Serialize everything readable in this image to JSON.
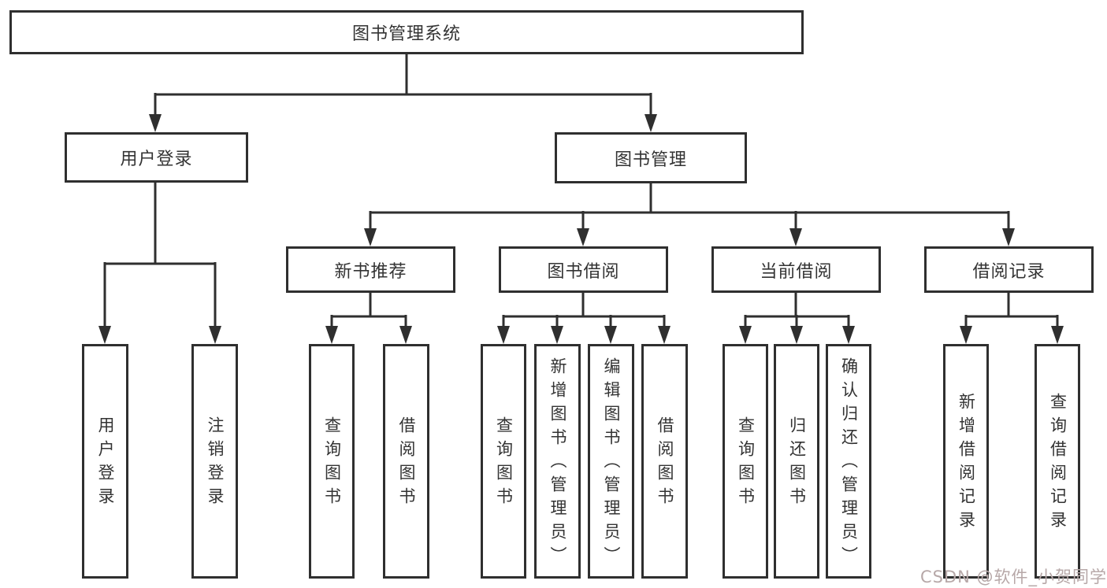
{
  "diagram": {
    "root": "图书管理系统",
    "nodes": {
      "user_login": "用户登录",
      "book_mgmt": "图书管理",
      "new_books": "新书推荐",
      "book_borrow": "图书借阅",
      "current_borrow": "当前借阅",
      "borrow_records": "借阅记录"
    },
    "leaves": {
      "user_login": [
        "用户登录",
        "注销登录"
      ],
      "new_books": [
        "查询图书",
        "借阅图书"
      ],
      "book_borrow": [
        "查询图书",
        "新增图书（管理员）",
        "编辑图书（管理员）",
        "借阅图书"
      ],
      "current_borrow": [
        "查询图书",
        "归还图书",
        "确认归还（管理员）"
      ],
      "borrow_records": [
        "新增借阅记录",
        "查询借阅记录"
      ]
    }
  },
  "colors": {
    "line": "#2f2f2f",
    "text": "#333333",
    "watermark": "#b7a8a8"
  },
  "watermark": {
    "text": "CSDN @软件_小贺同学"
  }
}
